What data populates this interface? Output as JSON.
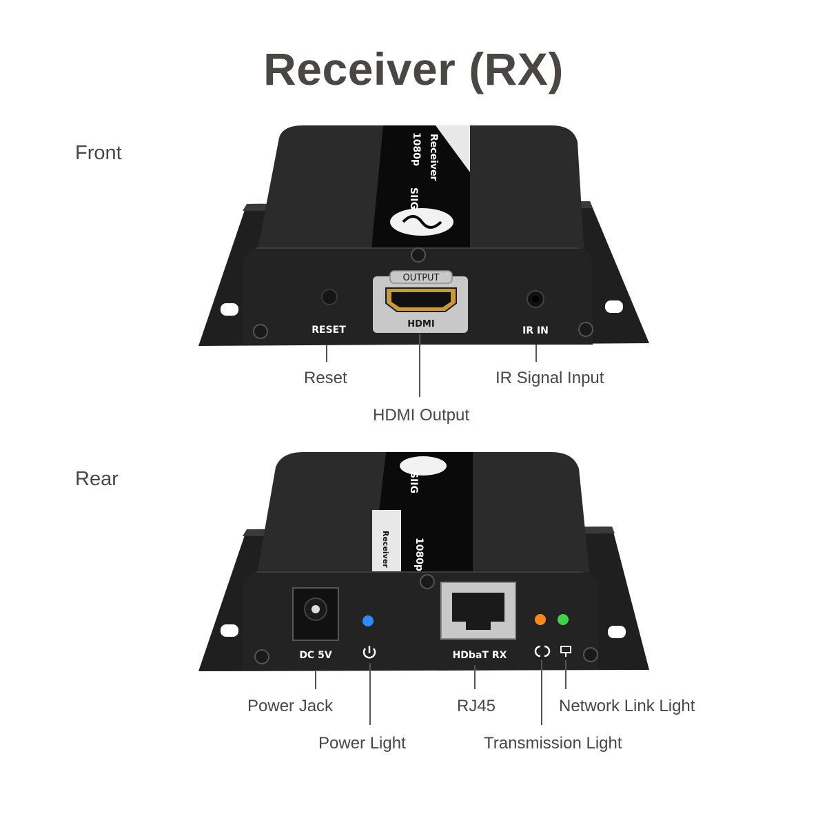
{
  "title": "Receiver (RX)",
  "front": {
    "section_label": "Front",
    "brand": "SIIG",
    "stripe_label": "Receiver",
    "stripe_resolution": "1080p",
    "panel_labels": {
      "reset": "RESET",
      "hdmi_top": "OUTPUT",
      "hdmi_bottom": "HDMI",
      "ir": "IR IN"
    },
    "callouts": {
      "reset": "Reset",
      "ir": "IR Signal Input",
      "hdmi": "HDMI Output"
    }
  },
  "rear": {
    "section_label": "Rear",
    "brand": "SIIG",
    "stripe_label": "Receiver",
    "stripe_resolution": "1080p",
    "panel_labels": {
      "dc": "DC 5V",
      "rj45": "HDbaT RX"
    },
    "callouts": {
      "power_jack": "Power Jack",
      "power_light": "Power Light",
      "rj45": "RJ45",
      "transmission": "Transmission Light",
      "network": "Network Link Light"
    }
  },
  "colors": {
    "body": "#2a2a2a",
    "stripe": "#0d0d0d",
    "led_power": "#2e8bff",
    "led_transmission": "#ff8a1a",
    "led_network": "#3fd24a"
  }
}
